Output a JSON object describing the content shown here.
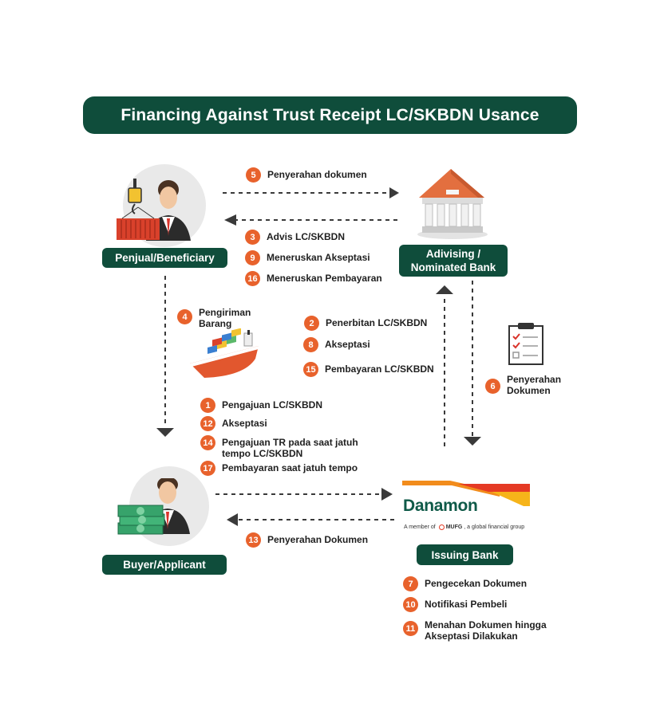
{
  "title": "Financing Against Trust Receipt LC/SKBDN Usance",
  "nodes": {
    "seller": "Penjual/Beneficiary",
    "advising_bank": "Adivising / Nominated Bank",
    "buyer": "Buyer/Applicant",
    "issuing_bank": "Issuing Bank"
  },
  "logo": {
    "brand": "Danamon",
    "tagline_prefix": "A member of",
    "tagline_brand": "MUFG",
    "tagline_suffix": ", a global financial group"
  },
  "steps": {
    "s5": {
      "num": "5",
      "text": "Penyerahan dokumen"
    },
    "s3": {
      "num": "3",
      "text": "Advis LC/SKBDN"
    },
    "s9": {
      "num": "9",
      "text": "Meneruskan Akseptasi"
    },
    "s16": {
      "num": "16",
      "text": "Meneruskan Pembayaran"
    },
    "s4": {
      "num": "4",
      "text": "Pengiriman Barang"
    },
    "s2": {
      "num": "2",
      "text": "Penerbitan LC/SKBDN"
    },
    "s8": {
      "num": "8",
      "text": "Akseptasi"
    },
    "s15": {
      "num": "15",
      "text": "Pembayaran LC/SKBDN"
    },
    "s6": {
      "num": "6",
      "text": "Penyerahan Dokumen"
    },
    "s1": {
      "num": "1",
      "text": "Pengajuan LC/SKBDN"
    },
    "s12": {
      "num": "12",
      "text": "Akseptasi"
    },
    "s14": {
      "num": "14",
      "text": "Pengajuan TR pada saat jatuh tempo LC/SKBDN"
    },
    "s17": {
      "num": "17",
      "text": "Pembayaran saat jatuh tempo"
    },
    "s13": {
      "num": "13",
      "text": "Penyerahan Dokumen"
    },
    "s7": {
      "num": "7",
      "text": "Pengecekan Dokumen"
    },
    "s10": {
      "num": "10",
      "text": "Notifikasi Pembeli"
    },
    "s11": {
      "num": "11",
      "text": "Menahan Dokumen hingga Akseptasi Dilakukan"
    }
  },
  "colors": {
    "dark_green": "#0f4d3b",
    "orange": "#e8622c",
    "arrow": "#3a3a3a",
    "danamon_orange": "#f28c1c",
    "danamon_red": "#e53a24",
    "danamon_yellow": "#f6b41a"
  },
  "icons": [
    "seller-avatar-icon",
    "bank-building-icon",
    "cargo-ship-icon",
    "clipboard-checklist-icon",
    "buyer-avatar-icon",
    "money-stack-icon",
    "danamon-logo"
  ]
}
